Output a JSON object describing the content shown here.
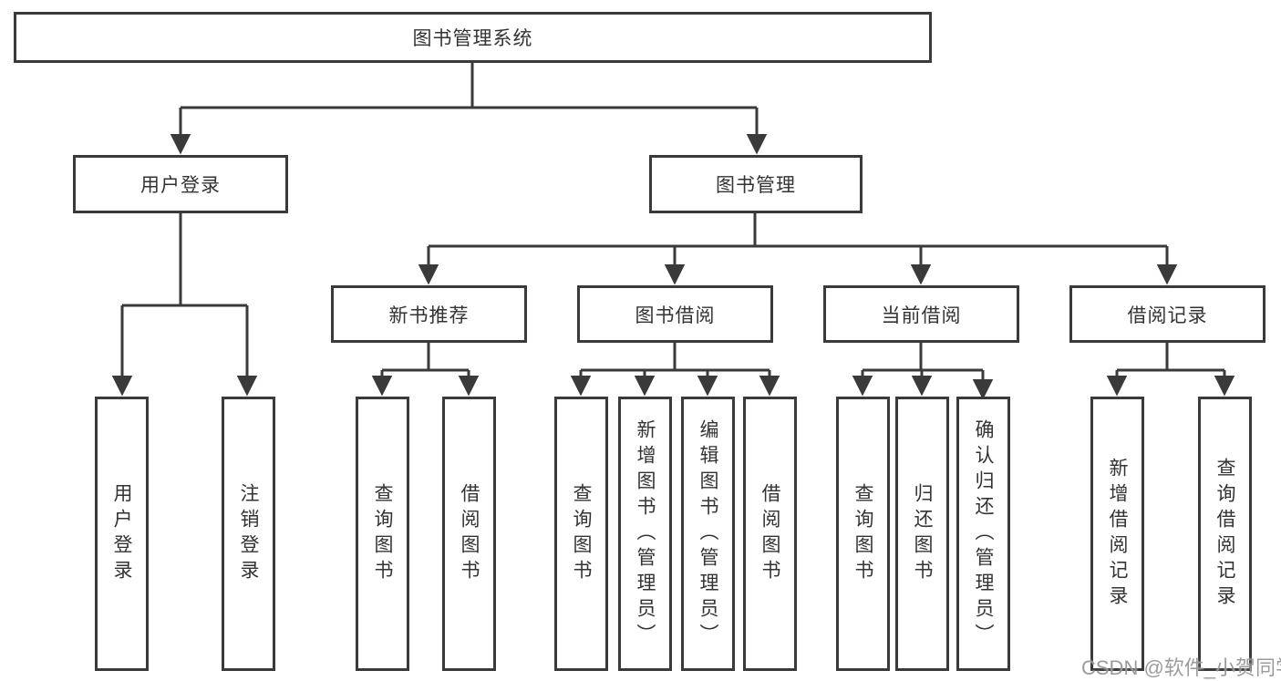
{
  "diagram": {
    "type": "hierarchy-tree",
    "colors": {
      "line": "#3a3a3a",
      "box_border": "#3a3a3a",
      "box_fill": "#ffffff",
      "text": "#333333",
      "background": "#ffffff",
      "watermark": "#949494"
    },
    "tree": {
      "root": {
        "label": "图书管理系统"
      },
      "branches": [
        {
          "label": "用户登录",
          "children": [
            {
              "label": "用户登录"
            },
            {
              "label": "注销登录"
            }
          ]
        },
        {
          "label": "图书管理",
          "children": [
            {
              "label": "新书推荐",
              "children": [
                {
                  "label": "查询图书"
                },
                {
                  "label": "借阅图书"
                }
              ]
            },
            {
              "label": "图书借阅",
              "children": [
                {
                  "label": "查询图书"
                },
                {
                  "label": "新增图书（管理员）"
                },
                {
                  "label": "编辑图书（管理员）"
                },
                {
                  "label": "借阅图书"
                }
              ]
            },
            {
              "label": "当前借阅",
              "children": [
                {
                  "label": "查询图书"
                },
                {
                  "label": "归还图书"
                },
                {
                  "label": "确认归还（管理员）"
                }
              ]
            },
            {
              "label": "借阅记录",
              "children": [
                {
                  "label": "新增借阅记录"
                },
                {
                  "label": "查询借阅记录"
                }
              ]
            }
          ]
        }
      ]
    }
  },
  "watermark": {
    "text": "CSDN @软件_小贺同学"
  }
}
